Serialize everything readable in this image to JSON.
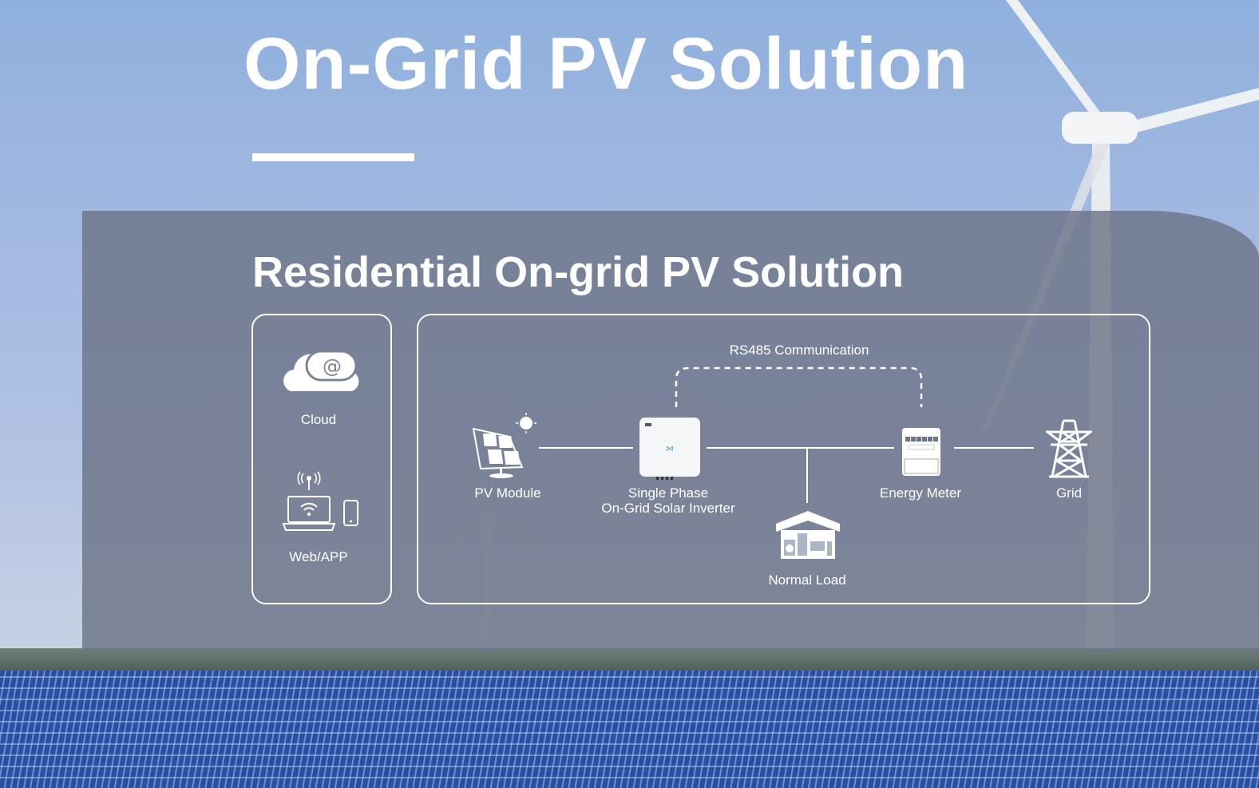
{
  "header": {
    "title": "On-Grid PV Solution"
  },
  "section": {
    "title": "Residential On-grid PV Solution"
  },
  "monitoring": {
    "cloud_label": "Cloud",
    "webapp_label": "Web/APP"
  },
  "diagram": {
    "communication_label": "RS485 Communication",
    "pv_label": "PV Module",
    "inverter_label_1": "Single Phase",
    "inverter_label_2": "On-Grid Solar Inverter",
    "meter_label": "Energy Meter",
    "grid_label": "Grid",
    "load_label": "Normal Load"
  }
}
